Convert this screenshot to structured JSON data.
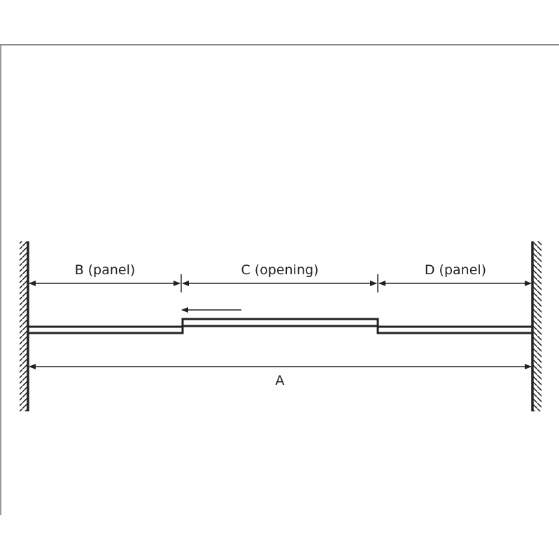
{
  "diagram": {
    "type": "sliding-door-dimension-diagram",
    "labels": {
      "b": "B (panel)",
      "c": "C (opening)",
      "d": "D (panel)",
      "a": "A"
    },
    "elements": {
      "left_wall": "hatched wall",
      "right_wall": "hatched wall",
      "left_panel": "fixed panel B",
      "sliding_panel": "sliding panel over opening C",
      "right_panel": "fixed panel D",
      "slide_arrow": "direction arrow pointing left"
    },
    "colors": {
      "line": "#222222",
      "frame": "#8a8a8a"
    }
  }
}
